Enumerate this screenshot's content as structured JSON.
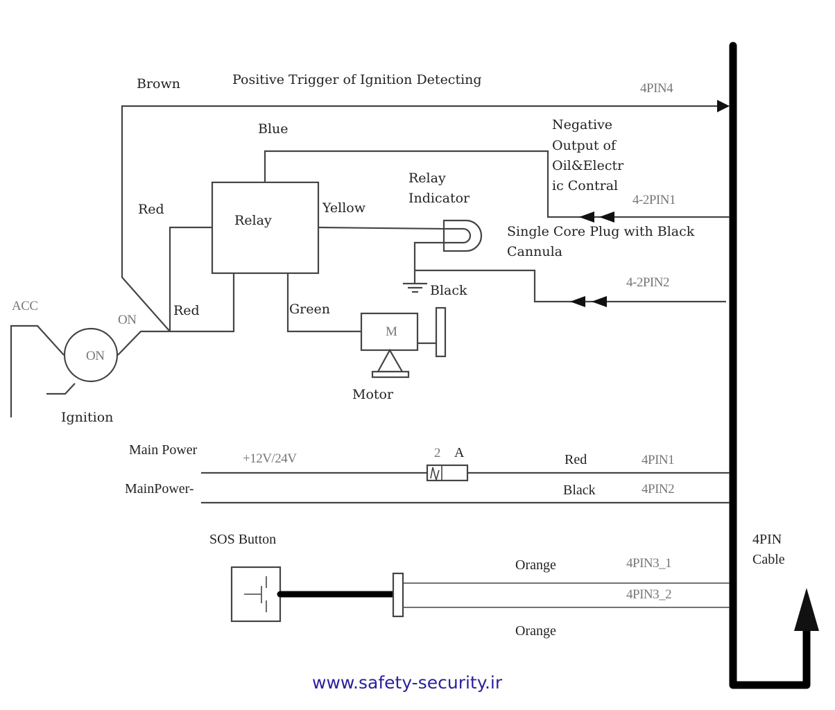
{
  "diagram": {
    "title": "Positive Trigger of Ignition Detecting",
    "wires": {
      "brown": "Brown",
      "blue": "Blue",
      "red_top": "Red",
      "red_bottom": "Red",
      "yellow": "Yellow",
      "green": "Green",
      "black_ground": "Black",
      "main_red": "Red",
      "main_black": "Black",
      "orange_1": "Orange",
      "orange_2": "Orange"
    },
    "components": {
      "relay": "Relay",
      "relay_indicator_line1": "Relay",
      "relay_indicator_line2": "Indicator",
      "motor": "Motor",
      "motor_symbol": "M",
      "ignition": "Ignition",
      "ignition_switch_on": "ON",
      "ignition_on_terminal": "ON",
      "acc": "ACC",
      "fuse_rating_number": "2",
      "fuse_rating_unit": "A",
      "sos_button": "SOS Button"
    },
    "notes": {
      "negative_output": [
        "Negative",
        "Output of",
        "Oil&Electr",
        "ic Contral"
      ],
      "single_core_plug": [
        "Single Core Plug with Black",
        "Cannula"
      ]
    },
    "power": {
      "main_power_pos": "Main Power",
      "main_power_neg": "MainPower-",
      "voltage": "+12V/24V"
    },
    "pins": {
      "pin4": "4PIN4",
      "pin_4_2_1": "4-2PIN1",
      "pin_4_2_2": "4-2PIN2",
      "pin1": "4PIN1",
      "pin2": "4PIN2",
      "pin3_1": "4PIN3_1",
      "pin3_2": "4PIN3_2"
    },
    "cable": {
      "line1": "4PIN",
      "line2": "Cable"
    },
    "footer_url": "www.safety-security.ir",
    "colors": {
      "url": "#2a1f9e",
      "line": "#444444",
      "pin_text": "#777777"
    }
  }
}
